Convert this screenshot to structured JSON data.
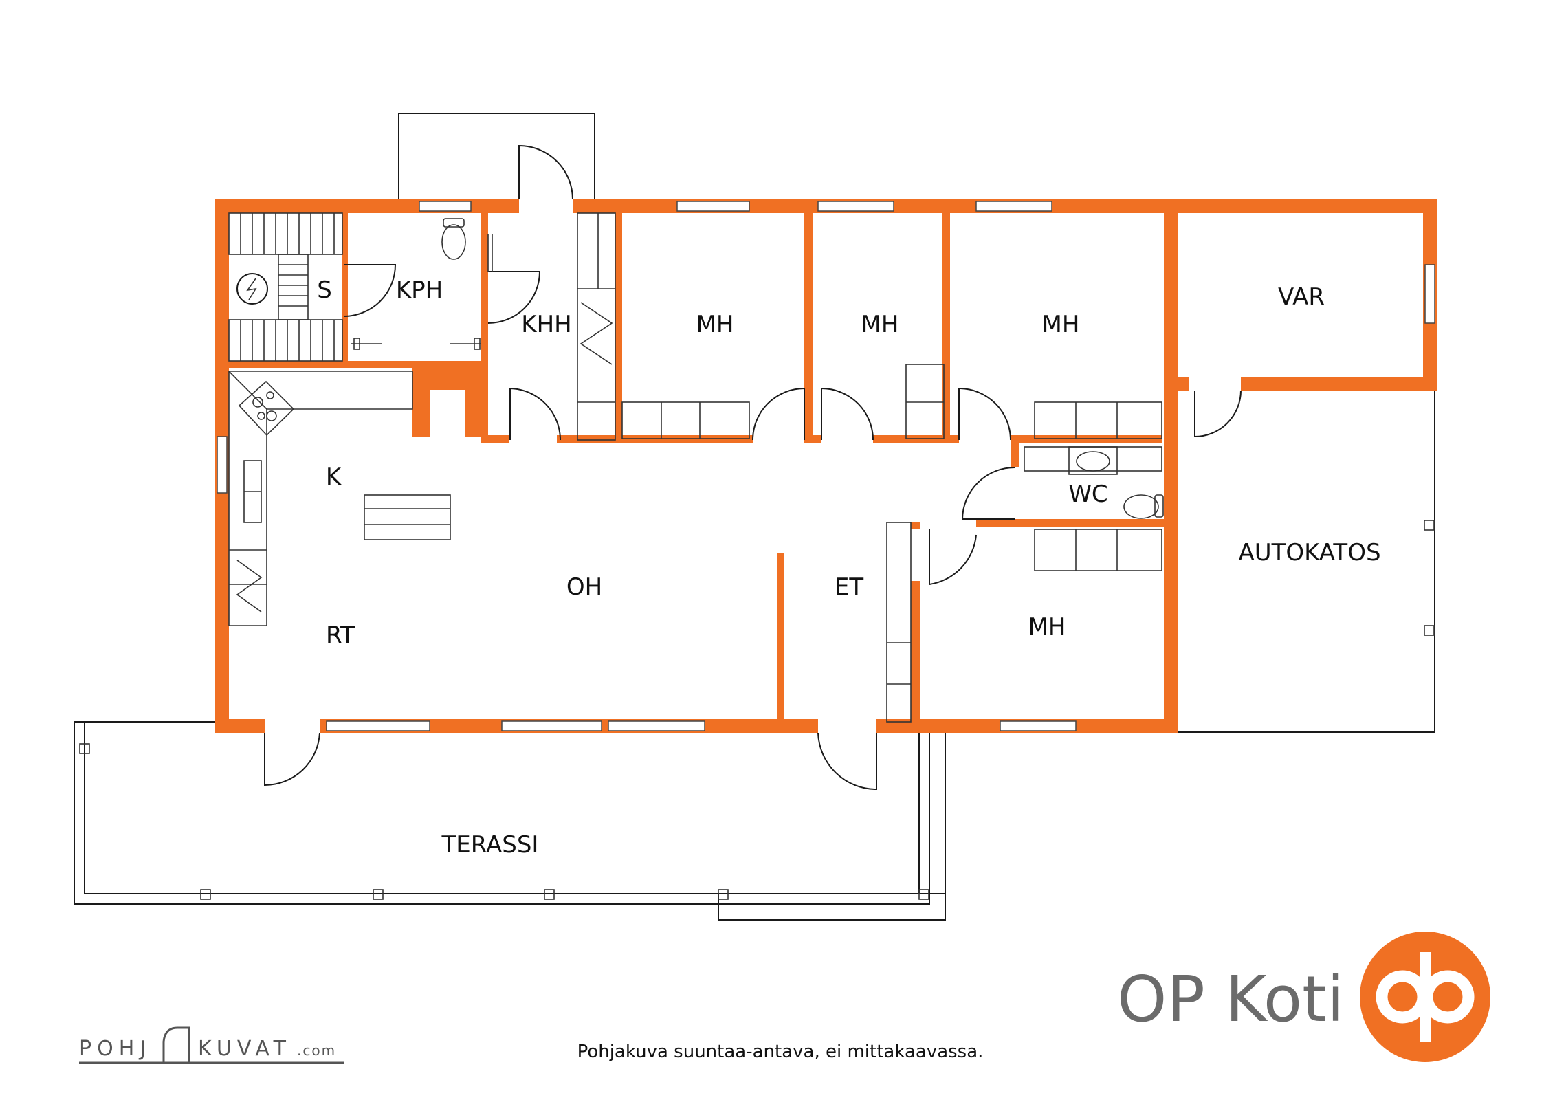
{
  "rooms": {
    "s": "S",
    "kph": "KPH",
    "khh": "KHH",
    "mh1": "MH",
    "mh2": "MH",
    "mh3": "MH",
    "var": "VAR",
    "k": "K",
    "wc": "WC",
    "autokatos": "AUTOKATOS",
    "oh": "OH",
    "et": "ET",
    "rt": "RT",
    "mh4": "MH",
    "terassi": "TERASSI"
  },
  "footer": {
    "disclaimer": "Pohjakuva suuntaa-antava, ei mittakaavassa.",
    "watermark_left": "POHJ",
    "watermark_right": "KUVAT",
    "watermark_suffix": ".com",
    "brand": "OP Koti"
  },
  "colors": {
    "wall": "#F07023",
    "brand_logo": "#F07023",
    "brand_text": "#6B6B6B",
    "line": "#1a1a1a"
  },
  "icons": [
    "sauna-stove-icon",
    "toilet-icon",
    "sink-icon",
    "stove-icon",
    "op-logo-icon"
  ]
}
